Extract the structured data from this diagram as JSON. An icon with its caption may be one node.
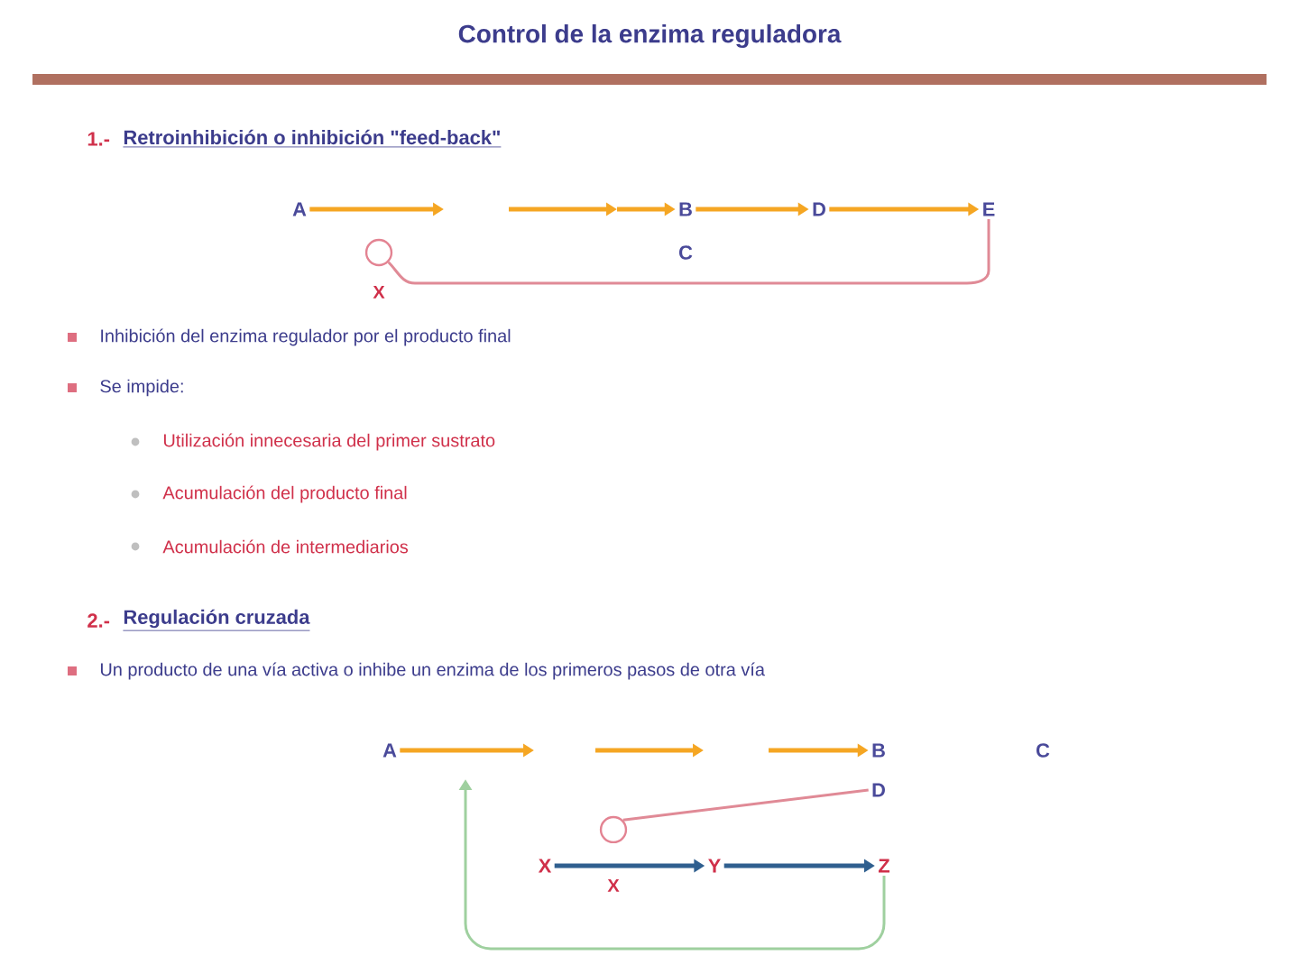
{
  "diagram": {
    "title": "Control de la enzima reguladora",
    "nodes": [
      {
        "text": [
          "A"
        ]
      },
      {
        "text": [
          "B"
        ]
      },
      {
        "text": [
          "C"
        ]
      },
      {
        "text": [
          "D"
        ]
      },
      {
        "text": [
          "E"
        ]
      },
      {
        "text": [],
        "shape": "circle",
        "beside": [
          "X"
        ]
      },
      {
        "text": [
          "A"
        ]
      },
      {
        "text": [
          "B"
        ]
      },
      {
        "text": [
          "C"
        ]
      },
      {
        "text": [
          "D"
        ]
      },
      {
        "text": [],
        "shape": "circle"
      },
      {
        "text": [
          "X"
        ]
      },
      {
        "text": [
          "Y"
        ]
      },
      {
        "text": [
          "Z"
        ]
      }
    ],
    "edges": [
      {
        "from": 0,
        "to": null,
        "arrow": "to",
        "color": "#f5a623"
      },
      {
        "from": null,
        "to": 1,
        "arrow": "to",
        "color": "#f5a623"
      },
      {
        "from": 1,
        "to": 3,
        "arrow": "to",
        "color": "#f5a623"
      },
      {
        "from": 3,
        "to": 4,
        "arrow": "to",
        "color": "#f5a623"
      },
      {
        "from": 4,
        "to": 5,
        "arrow": "none",
        "color": "#e08a96"
      },
      {
        "from": 6,
        "to": null,
        "arrow": "to",
        "color": "#f5a623"
      },
      {
        "from": null,
        "to": 7,
        "arrow": "to",
        "color": "#f5a623"
      },
      {
        "from": 9,
        "to": 10,
        "arrow": "none",
        "color": "#e08a96"
      },
      {
        "from": 11,
        "to": 12,
        "arrow": "to",
        "color": "#2f5f8f"
      },
      {
        "from": 12,
        "to": 13,
        "arrow": "to",
        "color": "#2f5f8f"
      },
      {
        "from": 13,
        "to": null,
        "arrow": "to",
        "color": "#9fd09f"
      }
    ],
    "labels": [
      "1.-",
      "Retroinhibición o inhibición \"feed-back\"",
      "Inhibición del enzima regulador por el producto final",
      "Se impide:",
      "Utilización innecesaria del primer sustrato",
      "Acumulación del producto final",
      "Acumulación de intermediarios",
      "2.-",
      "Regulación cruzada",
      "Un producto de una vía activa o inhibe un enzima de los primeros pasos de otra vía",
      "X"
    ]
  }
}
